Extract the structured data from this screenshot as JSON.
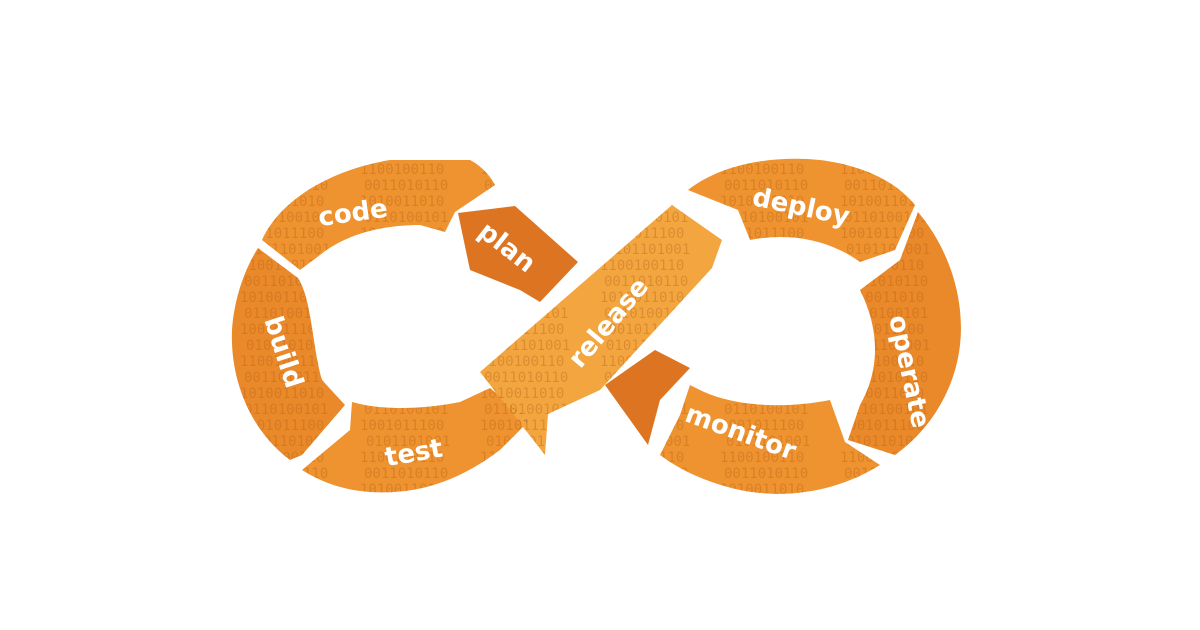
{
  "colors": {
    "background": "#ffffff",
    "segment_light": "#F29A2E",
    "segment_mid": "#E9892A",
    "segment_dark": "#DD7422",
    "release_band": "#F3A640",
    "binary_text": "#B25A10",
    "label_text": "#ffffff"
  },
  "stages": {
    "plan": "plan",
    "code": "code",
    "build": "build",
    "test": "test",
    "release": "release",
    "deploy": "deploy",
    "operate": "operate",
    "monitor": "monitor"
  }
}
